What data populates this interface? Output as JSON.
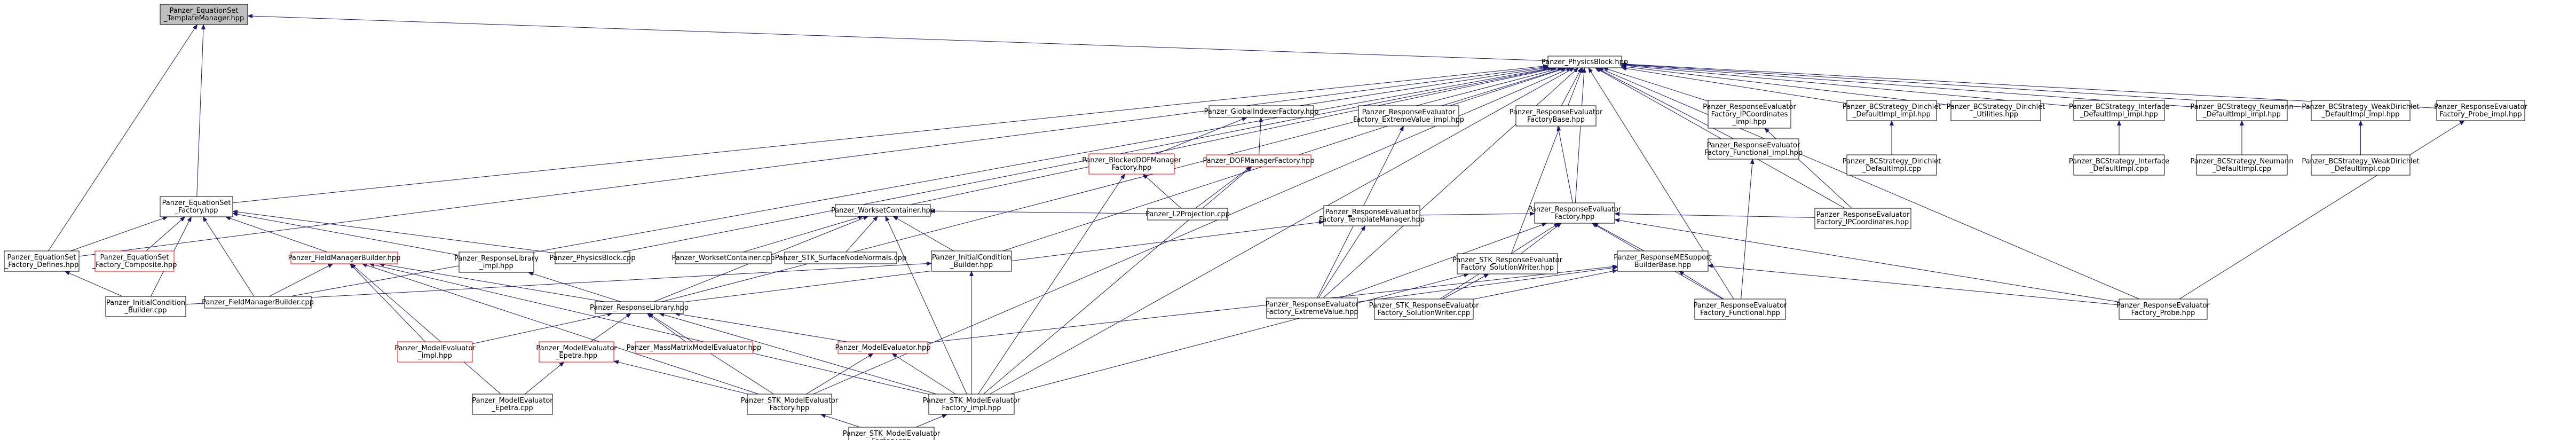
{
  "colors": {
    "edge": "#191970",
    "node_border": "#000000",
    "node_border_incomplete": "#ff0000",
    "node_fill": "#ffffff",
    "root_fill": "#bfbfbf",
    "text": "#000000"
  },
  "nodes": [
    {
      "id": "root",
      "lines": [
        "Panzer_EquationSet",
        "_TemplateManager.hpp"
      ],
      "type": "root"
    },
    {
      "id": "pb",
      "lines": [
        "Panzer_PhysicsBlock.hpp"
      ],
      "type": "normal"
    },
    {
      "id": "esf",
      "lines": [
        "Panzer_EquationSet",
        "_Factory.hpp"
      ],
      "type": "normal"
    },
    {
      "id": "esfdef",
      "lines": [
        "Panzer_EquationSet",
        "_Factory_Defines.hpp"
      ],
      "type": "normal"
    },
    {
      "id": "esfcomp",
      "lines": [
        "Panzer_EquationSet",
        "_Factory_Composite.hpp"
      ],
      "type": "incomplete"
    },
    {
      "id": "fmb",
      "lines": [
        "Panzer_FieldManagerBuilder.hpp"
      ],
      "type": "incomplete"
    },
    {
      "id": "rlimpl",
      "lines": [
        "Panzer_ResponseLibrary",
        "_impl.hpp"
      ],
      "type": "normal"
    },
    {
      "id": "pbcpp",
      "lines": [
        "Panzer_PhysicsBlock.cpp"
      ],
      "type": "normal"
    },
    {
      "id": "icbcpp",
      "lines": [
        "Panzer_InitialCondition",
        "_Builder.cpp"
      ],
      "type": "normal"
    },
    {
      "id": "fmbcpp",
      "lines": [
        "Panzer_FieldManagerBuilder.cpp"
      ],
      "type": "normal"
    },
    {
      "id": "wsc",
      "lines": [
        "Panzer_WorksetContainer.hpp"
      ],
      "type": "normal"
    },
    {
      "id": "wsccpp",
      "lines": [
        "Panzer_WorksetContainer.cpp"
      ],
      "type": "normal"
    },
    {
      "id": "stksrn",
      "lines": [
        "Panzer_STK_SurfaceNodeNormals.cpp"
      ],
      "type": "normal"
    },
    {
      "id": "icb",
      "lines": [
        "Panzer_InitialCondition",
        "_Builder.hpp"
      ],
      "type": "normal"
    },
    {
      "id": "rl",
      "lines": [
        "Panzer_ResponseLibrary.hpp"
      ],
      "type": "normal"
    },
    {
      "id": "meimpl",
      "lines": [
        "Panzer_ModelEvaluator",
        "_impl.hpp"
      ],
      "type": "incomplete"
    },
    {
      "id": "meep",
      "lines": [
        "Panzer_ModelEvaluator",
        "_Epetra.hpp"
      ],
      "type": "incomplete"
    },
    {
      "id": "mmme",
      "lines": [
        "Panzer_MassMatrixModelEvaluator.hpp"
      ],
      "type": "incomplete"
    },
    {
      "id": "me",
      "lines": [
        "Panzer_ModelEvaluator.hpp"
      ],
      "type": "incomplete"
    },
    {
      "id": "meepcpp",
      "lines": [
        "Panzer_ModelEvaluator",
        "_Epetra.cpp"
      ],
      "type": "normal"
    },
    {
      "id": "stkmef",
      "lines": [
        "Panzer_STK_ModelEvaluator",
        "Factory.hpp"
      ],
      "type": "normal"
    },
    {
      "id": "stkmefimpl",
      "lines": [
        "Panzer_STK_ModelEvaluator",
        "Factory_impl.hpp"
      ],
      "type": "normal"
    },
    {
      "id": "stkmefcpp",
      "lines": [
        "Panzer_STK_ModelEvaluator",
        "Factory.cpp"
      ],
      "type": "normal"
    },
    {
      "id": "gif",
      "lines": [
        "Panzer_GlobalIndexerFactory.hpp"
      ],
      "type": "normal"
    },
    {
      "id": "bdof",
      "lines": [
        "Panzer_BlockedDOFManager",
        "Factory.hpp"
      ],
      "type": "incomplete"
    },
    {
      "id": "dof",
      "lines": [
        "Panzer_DOFManagerFactory.hpp"
      ],
      "type": "incomplete"
    },
    {
      "id": "l2",
      "lines": [
        "Panzer_L2Projection.cpp"
      ],
      "type": "normal"
    },
    {
      "id": "reextimpl",
      "lines": [
        "Panzer_ResponseEvaluator",
        "Factory_ExtremeValue_impl.hpp"
      ],
      "type": "normal"
    },
    {
      "id": "refb",
      "lines": [
        "Panzer_ResponseEvaluator",
        "FactoryBase.hpp"
      ],
      "type": "normal"
    },
    {
      "id": "ref",
      "lines": [
        "Panzer_ResponseEvaluator",
        "Factory.hpp"
      ],
      "type": "normal"
    },
    {
      "id": "retm",
      "lines": [
        "Panzer_ResponseEvaluator",
        "Factory_TemplateManager.hpp"
      ],
      "type": "normal"
    },
    {
      "id": "reext",
      "lines": [
        "Panzer_ResponseEvaluator",
        "Factory_ExtremeValue.hpp"
      ],
      "type": "normal"
    },
    {
      "id": "stkresw",
      "lines": [
        "Panzer_STK_ResponseEvaluator",
        "Factory_SolutionWriter.hpp"
      ],
      "type": "normal"
    },
    {
      "id": "stkreswcpp",
      "lines": [
        "Panzer_STK_ResponseEvaluator",
        "Factory_SolutionWriter.cpp"
      ],
      "type": "normal"
    },
    {
      "id": "rmes",
      "lines": [
        "Panzer_ResponseMESupport",
        "BuilderBase.hpp"
      ],
      "type": "normal"
    },
    {
      "id": "reipc",
      "lines": [
        "Panzer_ResponseEvaluator",
        "Factory_IPCoordinates",
        "_impl.hpp"
      ],
      "type": "normal"
    },
    {
      "id": "refuncimpl",
      "lines": [
        "Panzer_ResponseEvaluator",
        "Factory_Functional_impl.hpp"
      ],
      "type": "normal"
    },
    {
      "id": "refunc",
      "lines": [
        "Panzer_ResponseEvaluator",
        "Factory_Functional.hpp"
      ],
      "type": "normal"
    },
    {
      "id": "reipch",
      "lines": [
        "Panzer_ResponseEvaluator",
        "Factory_IPCoordinates.hpp"
      ],
      "type": "normal"
    },
    {
      "id": "dirimpl",
      "lines": [
        "Panzer_BCStrategy_Dirichlet",
        "_DefaultImpl_impl.hpp"
      ],
      "type": "normal"
    },
    {
      "id": "dircpp",
      "lines": [
        "Panzer_BCStrategy_Dirichlet",
        "_DefaultImpl.cpp"
      ],
      "type": "normal"
    },
    {
      "id": "dirutil",
      "lines": [
        "Panzer_BCStrategy_Dirichlet",
        "_Utilities.hpp"
      ],
      "type": "normal"
    },
    {
      "id": "ifimpl",
      "lines": [
        "Panzer_BCStrategy_Interface",
        "_DefaultImpl_impl.hpp"
      ],
      "type": "normal"
    },
    {
      "id": "ifcpp",
      "lines": [
        "Panzer_BCStrategy_Interface",
        "_DefaultImpl.cpp"
      ],
      "type": "normal"
    },
    {
      "id": "neuimpl",
      "lines": [
        "Panzer_BCStrategy_Neumann",
        "_DefaultImpl_impl.hpp"
      ],
      "type": "normal"
    },
    {
      "id": "neucpp",
      "lines": [
        "Panzer_BCStrategy_Neumann",
        "_DefaultImpl.cpp"
      ],
      "type": "normal"
    },
    {
      "id": "wdimpl",
      "lines": [
        "Panzer_BCStrategy_WeakDirichlet",
        "_DefaultImpl_impl.hpp"
      ],
      "type": "normal"
    },
    {
      "id": "wdcpp",
      "lines": [
        "Panzer_BCStrategy_WeakDirichlet",
        "_DefaultImpl.cpp"
      ],
      "type": "normal"
    },
    {
      "id": "reprobeimpl",
      "lines": [
        "Panzer_ResponseEvaluator",
        "Factory_Probe_impl.hpp"
      ],
      "type": "normal"
    },
    {
      "id": "reprobe",
      "lines": [
        "Panzer_ResponseEvaluator",
        "Factory_Probe.hpp"
      ],
      "type": "normal"
    }
  ],
  "edges": [
    [
      "pb",
      "root"
    ],
    [
      "esf",
      "root"
    ],
    [
      "esfdef",
      "root"
    ],
    [
      "esf",
      "pb"
    ],
    [
      "esfdef",
      "esf"
    ],
    [
      "esfcomp",
      "esf"
    ],
    [
      "fmb",
      "esf"
    ],
    [
      "rlimpl",
      "esf"
    ],
    [
      "pbcpp",
      "esf"
    ],
    [
      "icbcpp",
      "esf"
    ],
    [
      "fmbcpp",
      "esf"
    ],
    [
      "icbcpp",
      "esfdef"
    ],
    [
      "esfdef",
      "pb"
    ],
    [
      "fmbcpp",
      "pb"
    ],
    [
      "pbcpp",
      "pb"
    ],
    [
      "wsc",
      "pb"
    ],
    [
      "icb",
      "pb"
    ],
    [
      "rl",
      "pb"
    ],
    [
      "gif",
      "pb"
    ],
    [
      "reextimpl",
      "pb"
    ],
    [
      "refb",
      "pb"
    ],
    [
      "ref",
      "pb"
    ],
    [
      "reipc",
      "pb"
    ],
    [
      "refuncimpl",
      "pb"
    ],
    [
      "dirimpl",
      "pb"
    ],
    [
      "dirutil",
      "pb"
    ],
    [
      "ifimpl",
      "pb"
    ],
    [
      "neuimpl",
      "pb"
    ],
    [
      "wdimpl",
      "pb"
    ],
    [
      "reprobeimpl",
      "pb"
    ],
    [
      "stkresw",
      "pb"
    ],
    [
      "stkmef",
      "pb"
    ],
    [
      "stkmefimpl",
      "pb"
    ],
    [
      "reipch",
      "pb"
    ],
    [
      "reprobe",
      "pb"
    ],
    [
      "reext",
      "pb"
    ],
    [
      "refunc",
      "pb"
    ],
    [
      "wsccpp",
      "wsc"
    ],
    [
      "stksrn",
      "wsc"
    ],
    [
      "icb",
      "wsc"
    ],
    [
      "l2",
      "wsc"
    ],
    [
      "rl",
      "wsc"
    ],
    [
      "fmbcpp",
      "fmb"
    ],
    [
      "icbcpp",
      "icb"
    ],
    [
      "rl",
      "fmb"
    ],
    [
      "meimpl",
      "fmb"
    ],
    [
      "meepcpp",
      "fmb"
    ],
    [
      "stkmef",
      "fmb"
    ],
    [
      "stkmefimpl",
      "fmb"
    ],
    [
      "rl",
      "rlimpl"
    ],
    [
      "rl",
      "retm"
    ],
    [
      "meimpl",
      "rl"
    ],
    [
      "meep",
      "rl"
    ],
    [
      "mmme",
      "rl"
    ],
    [
      "me",
      "rl"
    ],
    [
      "stkmef",
      "rl"
    ],
    [
      "stkmefimpl",
      "rl"
    ],
    [
      "meepcpp",
      "meep"
    ],
    [
      "stkmef",
      "meep"
    ],
    [
      "stkmefimpl",
      "me"
    ],
    [
      "stkmef",
      "me"
    ],
    [
      "stkmefcpp",
      "stkmef"
    ],
    [
      "stkmefcpp",
      "stkmefimpl"
    ],
    [
      "stkmefimpl",
      "icb"
    ],
    [
      "stkmefimpl",
      "wsc"
    ],
    [
      "bdof",
      "gif"
    ],
    [
      "dof",
      "gif"
    ],
    [
      "l2",
      "bdof"
    ],
    [
      "l2",
      "dof"
    ],
    [
      "stkmefimpl",
      "bdof"
    ],
    [
      "stkmefimpl",
      "dof"
    ],
    [
      "reext",
      "reextimpl"
    ],
    [
      "ref",
      "refb"
    ],
    [
      "retm",
      "ref"
    ],
    [
      "stkresw",
      "ref"
    ],
    [
      "rmes",
      "ref"
    ],
    [
      "refunc",
      "ref"
    ],
    [
      "reipch",
      "ref"
    ],
    [
      "reprobe",
      "ref"
    ],
    [
      "reext",
      "ref"
    ],
    [
      "stkreswcpp",
      "ref"
    ],
    [
      "reext",
      "retm"
    ],
    [
      "stkreswcpp",
      "stkresw"
    ],
    [
      "stkmefimpl",
      "stkresw"
    ],
    [
      "reext",
      "rmes"
    ],
    [
      "refunc",
      "rmes"
    ],
    [
      "reprobe",
      "rmes"
    ],
    [
      "me",
      "rmes"
    ],
    [
      "stkreswcpp",
      "rmes"
    ],
    [
      "refunc",
      "refuncimpl"
    ],
    [
      "reipch",
      "reipc"
    ],
    [
      "reprobe",
      "reprobeimpl"
    ],
    [
      "dircpp",
      "dirimpl"
    ],
    [
      "ifcpp",
      "ifimpl"
    ],
    [
      "neucpp",
      "neuimpl"
    ],
    [
      "wdcpp",
      "wdimpl"
    ]
  ]
}
